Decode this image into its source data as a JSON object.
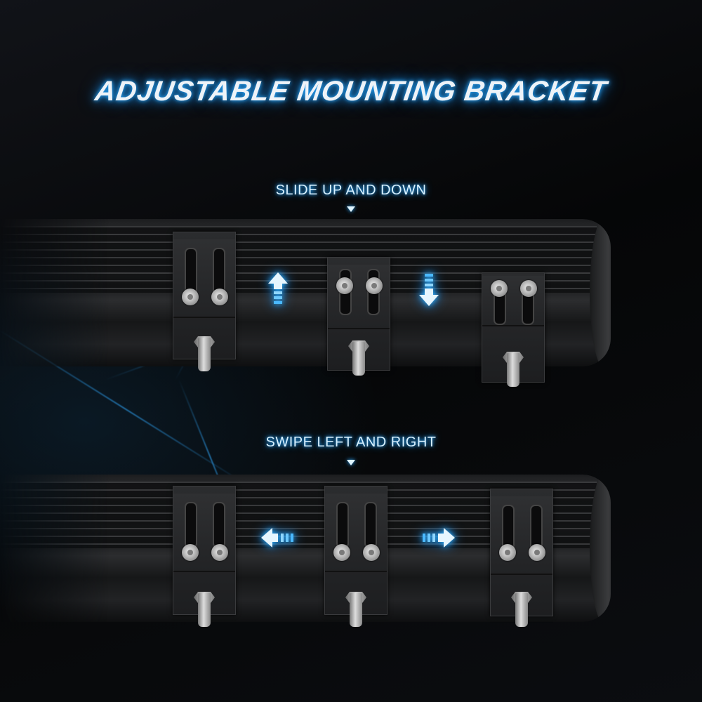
{
  "header": {
    "title": "ADJUSTABLE MOUNTING BRACKET"
  },
  "sections": [
    {
      "id": "vertical",
      "caption": "SLIDE UP AND DOWN",
      "indicator": "chevron-down-icon",
      "arrows": [
        "arrow-up-icon",
        "arrow-down-icon"
      ],
      "bracket_count": 3
    },
    {
      "id": "horizontal",
      "caption": "SWIPE LEFT AND RIGHT",
      "indicator": "chevron-down-icon",
      "arrows": [
        "arrow-left-icon",
        "arrow-right-icon"
      ],
      "bracket_count": 3
    }
  ],
  "colors": {
    "background": "#050607",
    "glow": "#29a9ff",
    "title_text": "#eef3f8",
    "bar_body": "#1c1d1f"
  }
}
